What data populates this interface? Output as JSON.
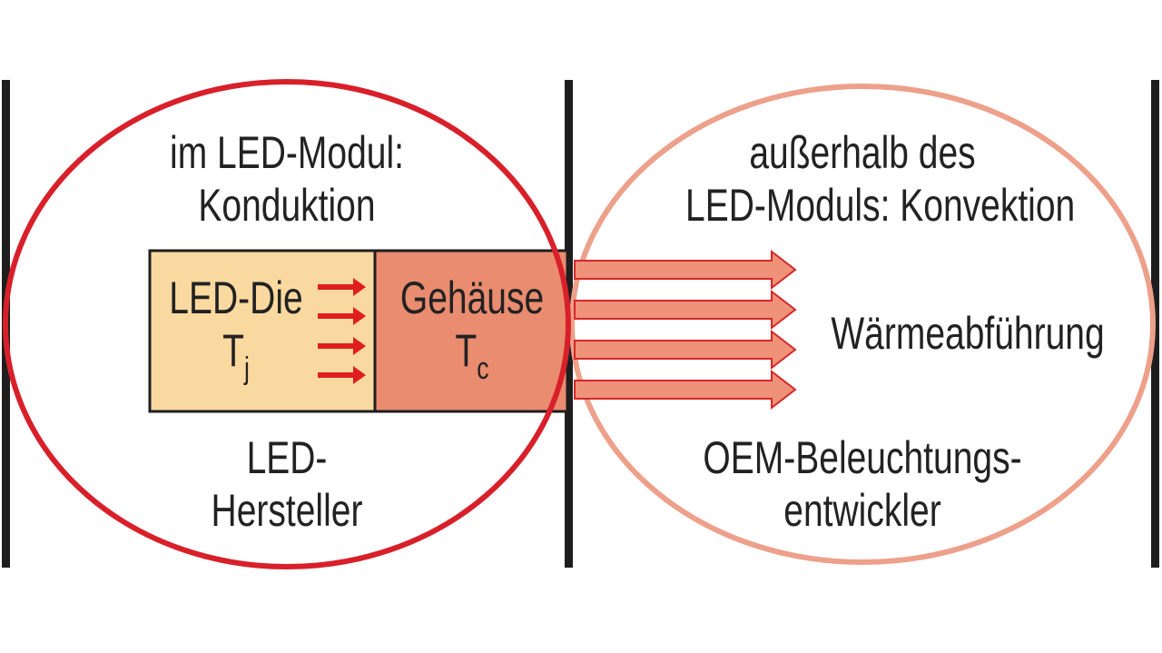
{
  "left_region": {
    "heading_line1": "im LED-Modul:",
    "heading_line2": "Konduktion",
    "footer_line1": "LED-",
    "footer_line2": "Hersteller"
  },
  "right_region": {
    "heading_line1": "außerhalb des",
    "heading_line2": "LED-Moduls: Konvektion",
    "footer_line1": "OEM-Beleuchtungs-",
    "footer_line2": "entwickler",
    "arrow_label": "Wärmeabführung"
  },
  "die_box": {
    "label": "LED-Die",
    "temp": "T",
    "temp_sub": "j"
  },
  "housing_box": {
    "label": "Gehäuse",
    "temp": "T",
    "temp_sub": "c"
  },
  "colors": {
    "left_ellipse": "#d8202a",
    "right_ellipse": "#eda08a",
    "die_fill": "#fad9a0",
    "housing_fill": "#e98c70",
    "arrow_fill": "#f0917a",
    "arrow_stroke": "#d42828",
    "small_arrow": "#e01e1e",
    "divider": "#1e1e1e"
  }
}
